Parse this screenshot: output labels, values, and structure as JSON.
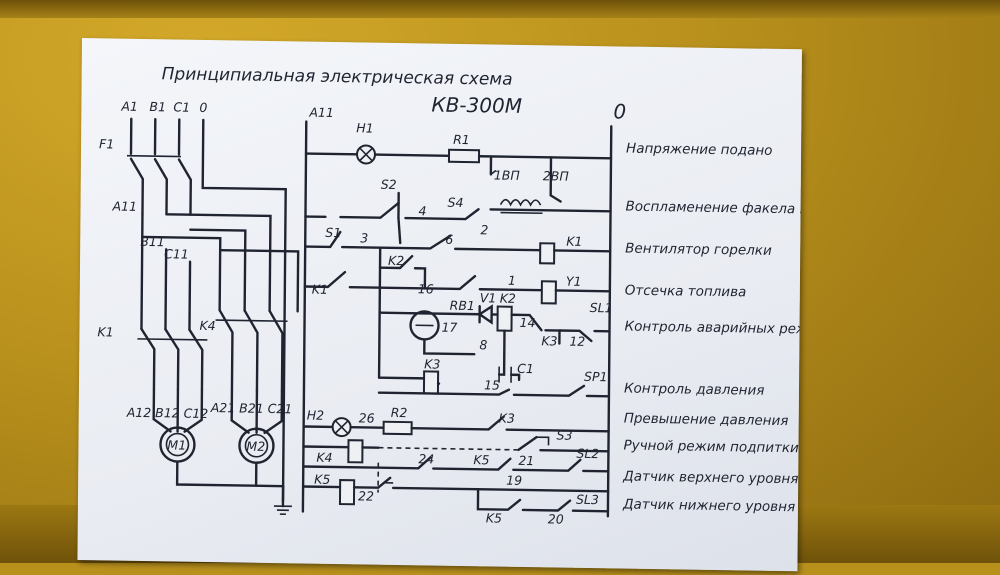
{
  "scene": {
    "background_color": "#b8901c",
    "sheet_color": "#eef0f5",
    "ink_color": "#1f2430"
  },
  "diagram": {
    "title": "Принципиальная электрическая схема",
    "model": "КВ-300М",
    "bus_left": "A11",
    "bus_right": "0",
    "power_phases": [
      "A1",
      "B1",
      "C1",
      "0"
    ],
    "labels": {
      "F1": "F1",
      "A11": "A11",
      "B11": "B11",
      "C11": "C11",
      "K1_contacts": "K1",
      "K4_contacts": "K4",
      "M1_terminals": "A12 B12 C12",
      "M2_terminals": "A21 B21 C21",
      "M1": "M1",
      "M2": "M2",
      "H1": "H1",
      "R1": "R1",
      "H2": "H2",
      "R2": "R2",
      "S1": "S1",
      "S2": "S2",
      "S4": "S4",
      "1VP": "1ВП",
      "2VP": "2ВП",
      "K1": "K1",
      "K2_a": "K2",
      "K1_b": "K1",
      "Y1": "Y1",
      "RB1": "RB1",
      "V1": "V1",
      "K2_b": "K2",
      "K3_a": "K3",
      "SL1": "SL1",
      "C1": "C1",
      "K3_b": "K3",
      "SP1": "SP1",
      "K3_c": "K3",
      "S3": "S3",
      "K4": "K4",
      "K5_a": "K5",
      "SL2": "SL2",
      "K5_b": "K5",
      "K5_c": "K5",
      "SL3": "SL3",
      "n2": "2",
      "n3": "3",
      "n4": "4",
      "n6": "6",
      "n1": "1",
      "n16": "16",
      "n17": "17",
      "n14": "14",
      "n12": "12",
      "n8": "8",
      "n15": "15",
      "n26": "26",
      "n24": "24",
      "n21": "21",
      "n22": "22",
      "n19": "19",
      "n20": "20"
    },
    "descriptions": [
      "Напряжение подано",
      "Воспламенение факела горелки",
      "Вентилятор горелки",
      "Отсечка топлива",
      "Контроль аварийных режимов работы",
      "Контроль давления",
      "Превышение давления",
      "Ручной режим подпитки",
      "Датчик верхнего уровня",
      "Датчик нижнего уровня"
    ]
  }
}
